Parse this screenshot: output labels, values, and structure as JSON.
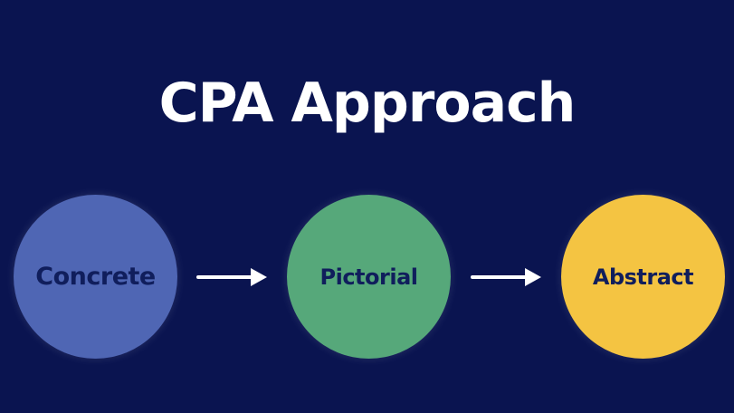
{
  "title": "CPA Approach",
  "stages": [
    {
      "label": "Concrete",
      "color": "#4f66b4"
    },
    {
      "label": "Pictorial",
      "color": "#56a87a"
    },
    {
      "label": "Abstract",
      "color": "#f4c442"
    }
  ],
  "colors": {
    "background": "#0a1450",
    "title_text": "#ffffff",
    "label_text": "#101e5c",
    "arrow": "#ffffff"
  },
  "icons": [
    "right-arrow-icon",
    "right-arrow-icon"
  ]
}
